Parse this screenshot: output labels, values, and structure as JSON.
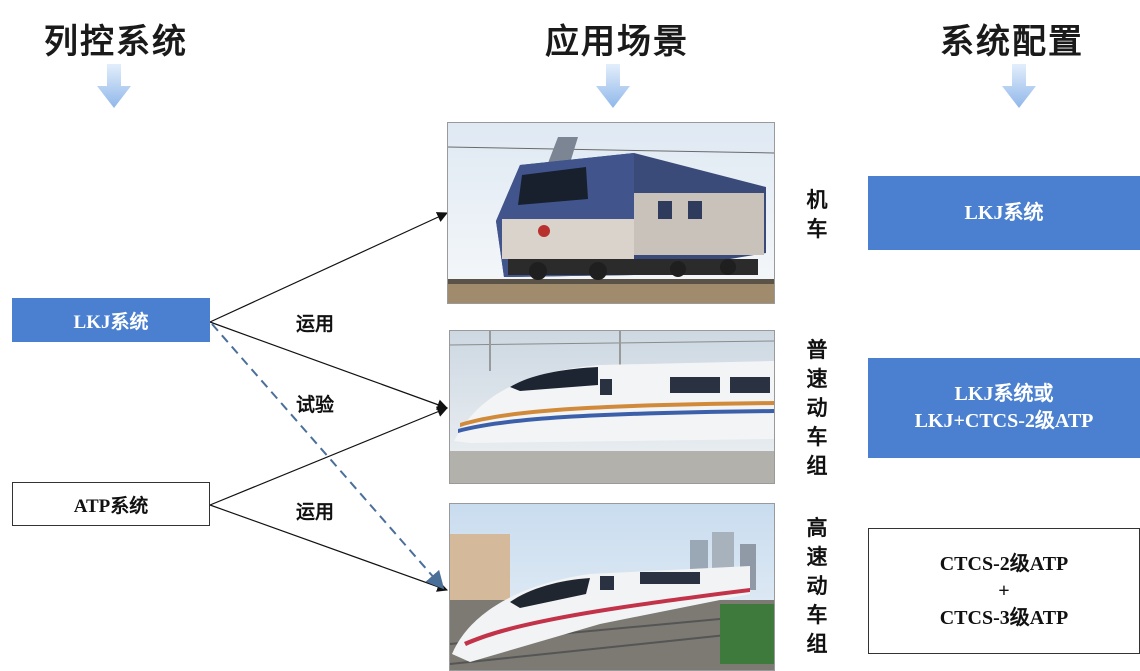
{
  "headers": {
    "control_system": "列控系统",
    "scenario": "应用场景",
    "configuration": "系统配置"
  },
  "systems": {
    "lkj": "LKJ系统",
    "atp": "ATP系统"
  },
  "edges": {
    "use_upper": "运用",
    "trial": "试验",
    "use_lower": "运用"
  },
  "scenarios": [
    {
      "label_chars": [
        "机",
        "车"
      ],
      "photo": "locomotive-photo"
    },
    {
      "label_chars": [
        "普",
        "速",
        "动",
        "车",
        "组"
      ],
      "photo": "conventional-emu-photo"
    },
    {
      "label_chars": [
        "高",
        "速",
        "动",
        "车",
        "组"
      ],
      "photo": "high-speed-emu-photo"
    }
  ],
  "configs": {
    "locomotive": [
      "LKJ系统"
    ],
    "conventional_emu": [
      "LKJ系统或",
      "LKJ+CTCS-2级ATP"
    ],
    "high_speed_emu": [
      "CTCS-2级ATP",
      "+",
      "CTCS-3级ATP"
    ]
  },
  "colors": {
    "accent_blue": "#4a80cf",
    "arrow_gradient_top": "#e3eefb",
    "arrow_gradient_bottom": "#8fb7ea",
    "dashed_line": "#4a6f99"
  }
}
